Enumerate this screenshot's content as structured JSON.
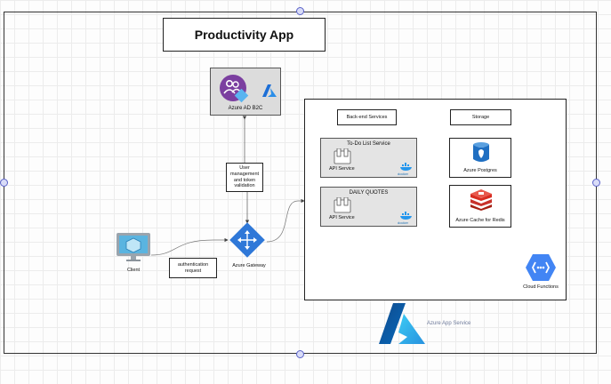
{
  "title": "Productivity App",
  "identity": {
    "label": "Azure AD B2C"
  },
  "token_note": "User management and token validation",
  "auth_note": "authentication request",
  "gateway": {
    "label": "Azure Gateway"
  },
  "client": {
    "label": "Client"
  },
  "backend": {
    "header": "Back-end Services",
    "services": [
      {
        "title": "To-Do List Service",
        "api_label": "API Service",
        "docker_label": "docker"
      },
      {
        "title": "DAILY QUOTES",
        "api_label": "API Service",
        "docker_label": "docker"
      }
    ]
  },
  "storage": {
    "header": "Storage",
    "items": [
      {
        "label": "Azure Postgres"
      },
      {
        "label": "Azure Cache for Redis"
      }
    ]
  },
  "cloud_functions": {
    "label": "Cloud Functions"
  },
  "app_service": {
    "label": "Azure App Service"
  },
  "colors": {
    "azure_blue": "#1d6fd6",
    "gateway_blue": "#2f78d8",
    "redis_red": "#c8322b",
    "postgres_blue": "#336791",
    "gcp_blue": "#4285f4",
    "ad_purple": "#7b3fa0"
  }
}
